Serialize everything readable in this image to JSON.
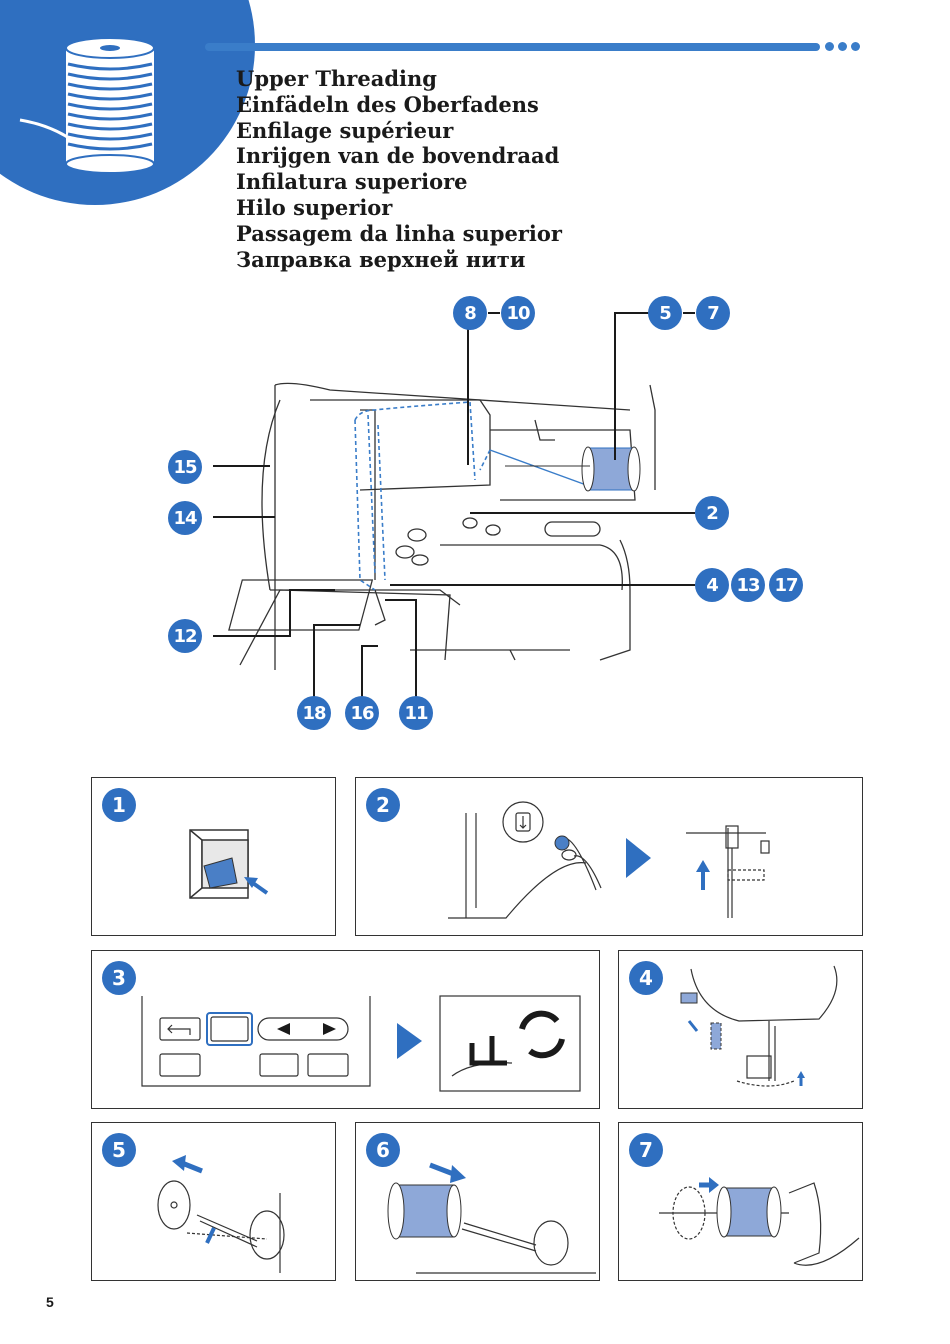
{
  "header": {
    "titles": [
      "Upper Threading",
      "Einfädeln des Oberfadens",
      "Enfilage supérieur",
      "Inrijgen van de bovendraad",
      "Infilatura superiore",
      "Hilo superior",
      "Passagem da linha superior",
      "Заправка верхней нити"
    ],
    "icon": "thread-spool-icon"
  },
  "diagram": {
    "callouts": {
      "c8_10": [
        "8",
        "10"
      ],
      "c5_7": [
        "5",
        "7"
      ],
      "c15": "15",
      "c14": "14",
      "c2": "2",
      "c4_13_17": [
        "4",
        "13",
        "17"
      ],
      "c12": "12",
      "c18": "18",
      "c16": "16",
      "c11": "11"
    }
  },
  "steps": {
    "s1": "1",
    "s2": "2",
    "s3": "3",
    "s4": "4",
    "s5": "5",
    "s6": "6",
    "s7": "7"
  },
  "colors": {
    "accent": "#2f6fc0",
    "bar": "#3a7dc9",
    "thread": "#6a8fd0"
  },
  "page_number": "5"
}
